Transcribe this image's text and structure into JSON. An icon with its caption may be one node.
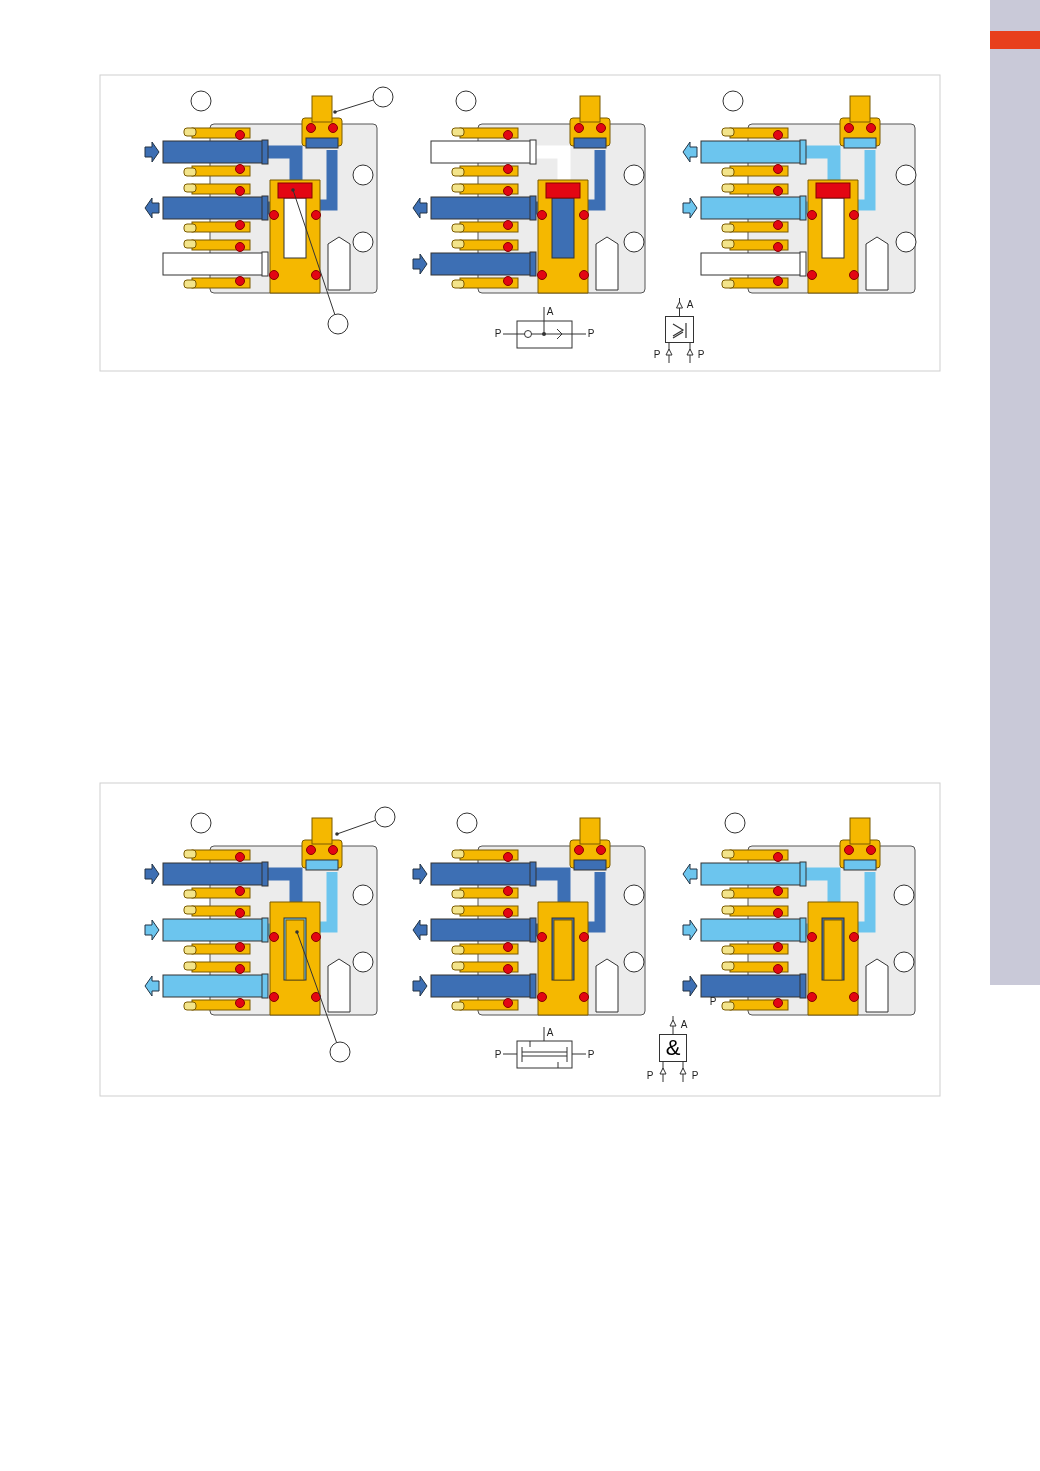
{
  "diagram": {
    "nodes": [
      {
        "text": [],
        "shape": "circle"
      },
      {
        "text": [],
        "shape": "circle"
      },
      {
        "text": [],
        "shape": "circle"
      },
      {
        "text": [],
        "shape": "circle"
      },
      {
        "text": [],
        "shape": "circle"
      },
      {
        "text": [],
        "shape": "circle"
      },
      {
        "text": [],
        "shape": "circle"
      },
      {
        "text": [],
        "shape": "circle"
      },
      {
        "text": [],
        "shape": "circle"
      },
      {
        "text": [],
        "shape": "circle"
      },
      {
        "text": [],
        "shape": "circle"
      },
      {
        "text": [],
        "shape": "box"
      },
      {
        "text": [],
        "shape": "circle"
      },
      {
        "text": [],
        "shape": "circle"
      },
      {
        "text": [],
        "shape": "circle"
      },
      {
        "text": [],
        "shape": "circle"
      },
      {
        "text": [],
        "shape": "circle"
      },
      {
        "text": [],
        "shape": "circle"
      },
      {
        "text": [],
        "shape": "circle"
      },
      {
        "text": [],
        "shape": "circle"
      },
      {
        "text": [],
        "shape": "circle"
      },
      {
        "text": [],
        "shape": "circle"
      },
      {
        "text": [],
        "shape": "circle"
      },
      {
        "text": [
          "&"
        ]
      },
      {
        "text": [],
        "shape": "picture"
      },
      {
        "text": [],
        "shape": "picture"
      },
      {
        "text": [],
        "shape": "picture"
      },
      {
        "text": [],
        "shape": "picture"
      }
    ],
    "edges": [
      {
        "from": 1,
        "to": 24,
        "arrow": "other"
      },
      {
        "from": 10,
        "to": 25,
        "arrow": "other"
      },
      {
        "from": 13,
        "to": 26,
        "arrow": "other"
      },
      {
        "from": 22,
        "to": 27,
        "arrow": "other"
      }
    ],
    "labels": [
      "A",
      "P",
      "P",
      "A",
      "P",
      "P",
      "P",
      "A",
      "P",
      "P",
      "A",
      "P",
      "P"
    ]
  }
}
